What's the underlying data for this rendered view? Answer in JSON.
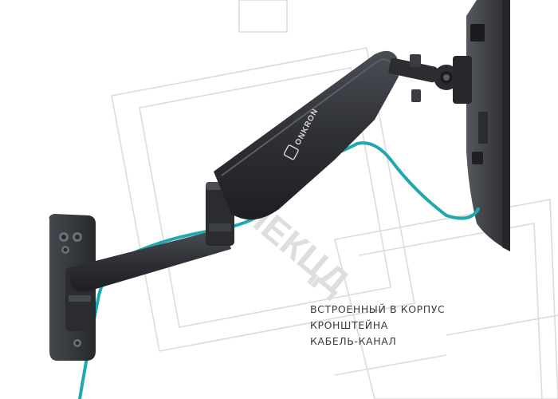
{
  "brand": {
    "name": "ONKRON"
  },
  "caption": {
    "lines": [
      "ВСТРОЕННЫЙ В КОРПУС",
      "КРОНШТЕЙНА",
      "КАБЕЛЬ-КАНАЛ"
    ]
  },
  "watermark": {
    "text": "ЛЕКЦД"
  },
  "colors": {
    "cable": "#1fa8ae",
    "arm": "#2b2d31",
    "arm_highlight": "#4a4d54",
    "monitor": "#3a3c40",
    "watermark": "#d9d9d9"
  }
}
